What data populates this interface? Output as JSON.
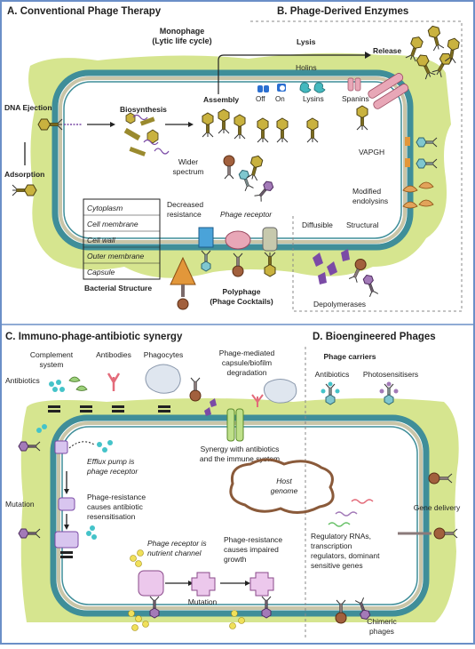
{
  "panels": {
    "a": {
      "title": "A. Conventional Phage Therapy",
      "monophage_line1": "Monophage",
      "monophage_line2": "(Lytic life cycle)",
      "dna_ejection": "DNA Ejection",
      "adsorption": "Adsorption",
      "biosynthesis": "Biosynthesis",
      "assembly": "Assembly",
      "wider_line1": "Wider",
      "wider_line2": "spectrum",
      "decreased_line1": "Decreased",
      "decreased_line2": "resistance",
      "phage_receptor": "Phage receptor",
      "polyphage_line1": "Polyphage",
      "polyphage_line2": "(Phage Cocktails)",
      "structure_items": [
        "Cytoplasm",
        "Cell membrane",
        "Cell wall",
        "Outer membrane",
        "Capsule"
      ],
      "structure_title": "Bacterial Structure"
    },
    "b": {
      "title": "B. Phage-Derived Enzymes",
      "lysis": "Lysis",
      "release": "Release",
      "holins": "Holins",
      "off": "Off",
      "on": "On",
      "lysins": "Lysins",
      "spanins": "Spanins",
      "vapgh": "VAPGH",
      "modified_line1": "Modified",
      "modified_line2": "endolysins",
      "diffusible": "Diffusible",
      "structural": "Structural",
      "depolymerases": "Depolymerases"
    },
    "c": {
      "title": "C. Immuno-phage-antibiotic synergy",
      "complement_line1": "Complement",
      "complement_line2": "system",
      "antibodies": "Antibodies",
      "phagocytes": "Phagocytes",
      "antibiotics": "Antibiotics",
      "degradation_line1": "Phage-mediated",
      "degradation_line2": "capsule/biofilm",
      "degradation_line3": "degradation",
      "synergy_line1": "Synergy with antibiotics",
      "synergy_line2": "and the immune system",
      "efflux_line1": "Efflux pump is",
      "efflux_line2": "phage receptor",
      "mutation_left": "Mutation",
      "resens_line1": "Phage-resistance",
      "resens_line2": "causes antibiotic",
      "resens_line3": "resensitisation",
      "nutrient_line1": "Phage receptor is",
      "nutrient_line2": "nutrient channel",
      "impaired_line1": "Phage-resistance",
      "impaired_line2": "causes impaired",
      "impaired_line3": "growth",
      "mutation_bottom": "Mutation"
    },
    "d": {
      "title": "D. Bioengineered Phages",
      "carriers": "Phage carriers",
      "antibiotics": "Antibiotics",
      "photosensitisers": "Photosensitisers",
      "host_line1": "Host",
      "host_line2": "genome",
      "gene_delivery": "Gene delivery",
      "regulatory_line1": "Regulatory RNAs,",
      "regulatory_line2": "transcription",
      "regulatory_line3": "regulators, dominant",
      "regulatory_line4": "sensitive genes",
      "chimeric_line1": "Chimeric",
      "chimeric_line2": "phages"
    }
  },
  "colors": {
    "frame": "#6b8fc7",
    "wall_outer": "#3f8e99",
    "wall_inner": "#c9c5a8",
    "background_blob": "#d6e58f",
    "phage_head": "#c9b23f",
    "phage_dark": "#7a6a1e",
    "purple": "#7b4aa6",
    "teal": "#44c3c9",
    "pink": "#e8a7b7",
    "orange": "#e2973a"
  }
}
